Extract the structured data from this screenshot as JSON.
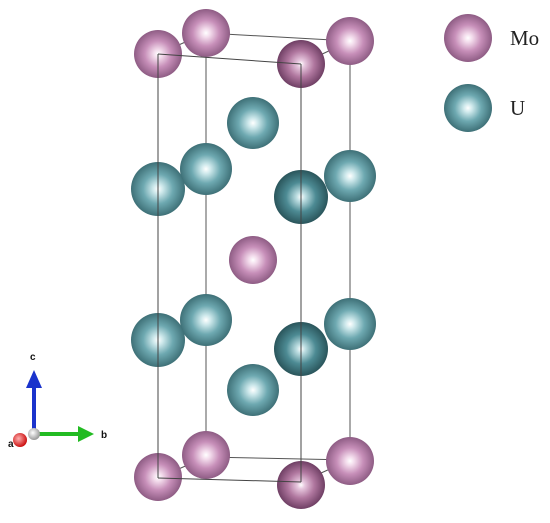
{
  "legend": {
    "mo": {
      "label": "Mo",
      "color": "#c78fb9"
    },
    "u": {
      "label": "U",
      "color": "#5f9da6"
    }
  },
  "axes": {
    "c": {
      "label": "c",
      "color": "#1a33cc"
    },
    "b": {
      "label": "b",
      "color": "#22bb22"
    },
    "a": {
      "label": "a",
      "color": "#cc1111"
    }
  },
  "structure": {
    "atoms": [
      "Mo",
      "Mo",
      "Mo",
      "Mo",
      "U",
      "U",
      "U",
      "U",
      "Mo",
      "U",
      "U",
      "U",
      "U",
      "U",
      "U",
      "Mo",
      "Mo",
      "Mo",
      "Mo"
    ]
  }
}
